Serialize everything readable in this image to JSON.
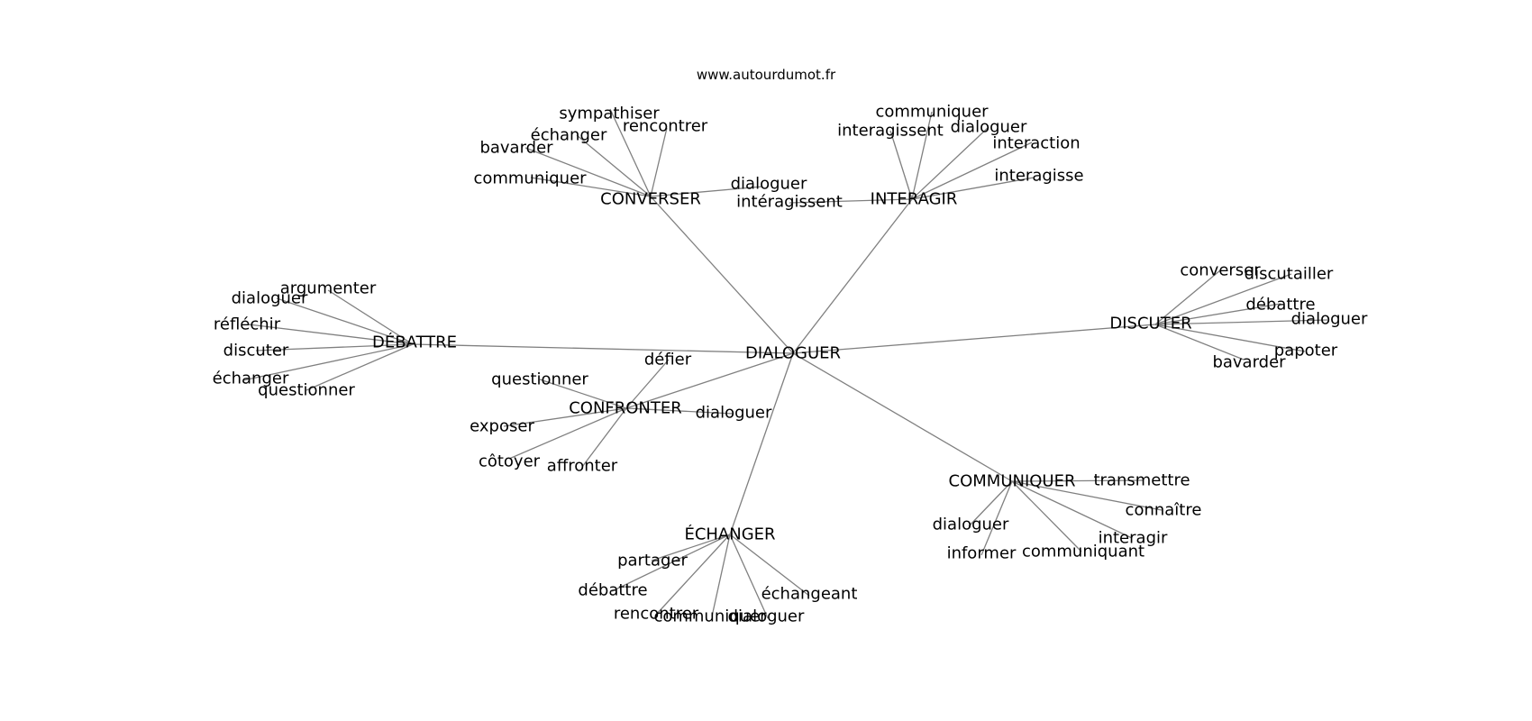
{
  "header": {
    "site": "www.autourdumot.fr"
  },
  "graph": {
    "center": "DIALOGUER",
    "clusters": [
      {
        "hub": "CONVERSER",
        "words": [
          "sympathiser",
          "rencontrer",
          "échanger",
          "bavarder",
          "communiquer",
          "dialoguer"
        ]
      },
      {
        "hub": "INTERAGIR",
        "words": [
          "communiquer",
          "interagissent",
          "dialoguer",
          "interaction",
          "interagisse",
          "intéragissent"
        ]
      },
      {
        "hub": "DISCUTER",
        "words": [
          "converser",
          "discutailler",
          "débattre",
          "dialoguer",
          "papoter",
          "bavarder"
        ]
      },
      {
        "hub": "DÉBATTRE",
        "words": [
          "argumenter",
          "dialoguer",
          "réfléchir",
          "discuter",
          "échanger",
          "questionner"
        ]
      },
      {
        "hub": "CONFRONTER",
        "words": [
          "défier",
          "questionner",
          "exposer",
          "côtoyer",
          "affronter",
          "dialoguer"
        ]
      },
      {
        "hub": "ÉCHANGER",
        "words": [
          "partager",
          "débattre",
          "rencontrer",
          "communiquer",
          "dialoguer",
          "échangeant"
        ]
      },
      {
        "hub": "COMMUNIQUER",
        "words": [
          "transmettre",
          "connaître",
          "interagir",
          "dialoguer",
          "informer",
          "communiquant"
        ]
      }
    ]
  }
}
